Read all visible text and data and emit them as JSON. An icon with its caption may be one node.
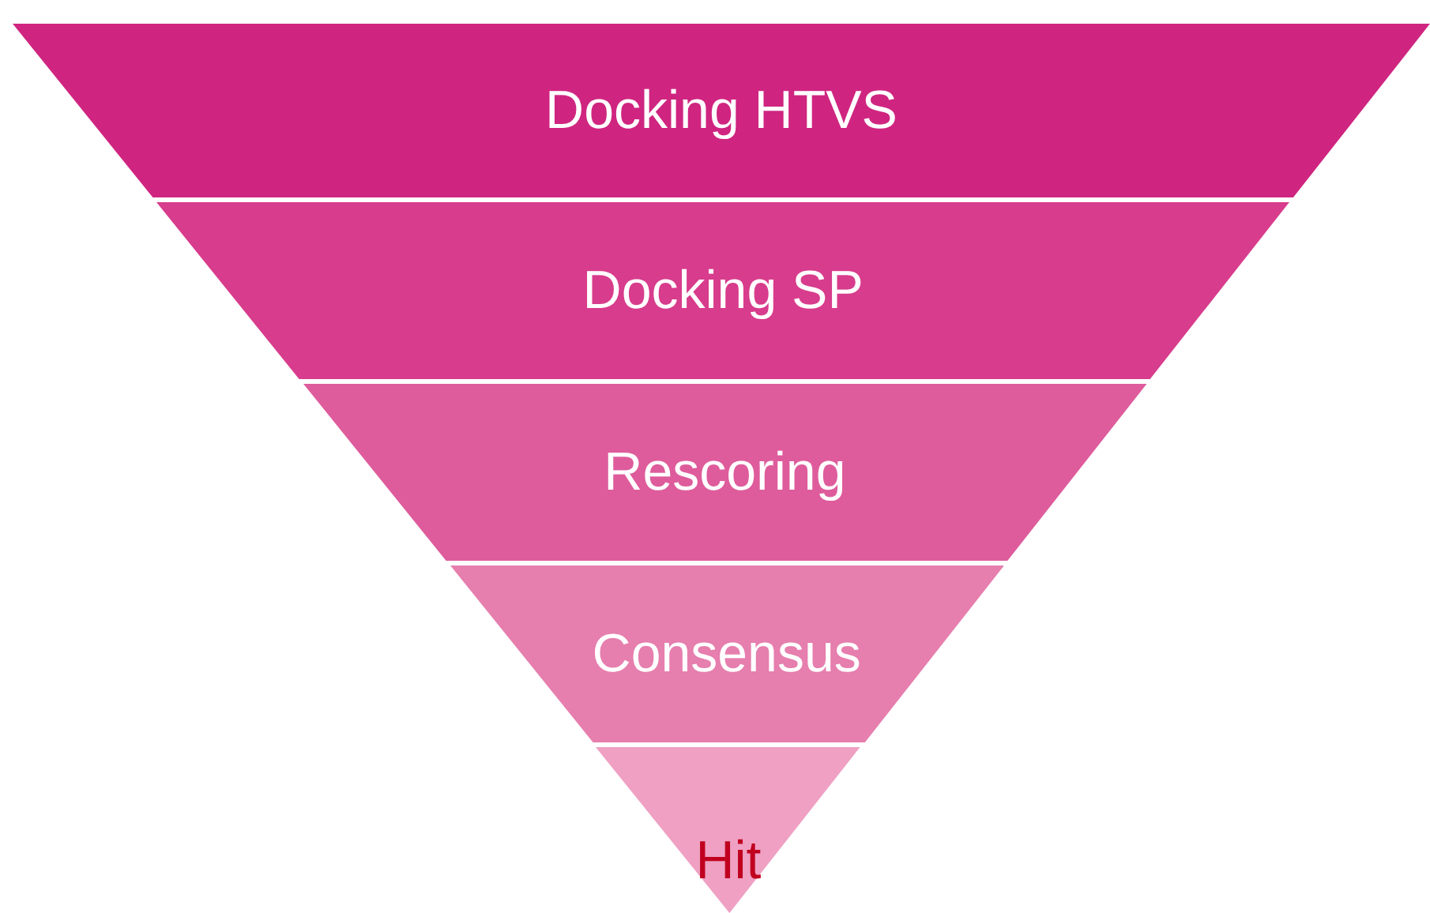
{
  "diagram": {
    "nodes": [
      {
        "text": [
          "Docking HTVS"
        ]
      },
      {
        "text": [
          "Docking SP"
        ]
      },
      {
        "text": [
          "Rescoring"
        ]
      },
      {
        "text": [
          "Consensus"
        ]
      },
      {
        "text": [
          "Hit"
        ]
      }
    ]
  }
}
